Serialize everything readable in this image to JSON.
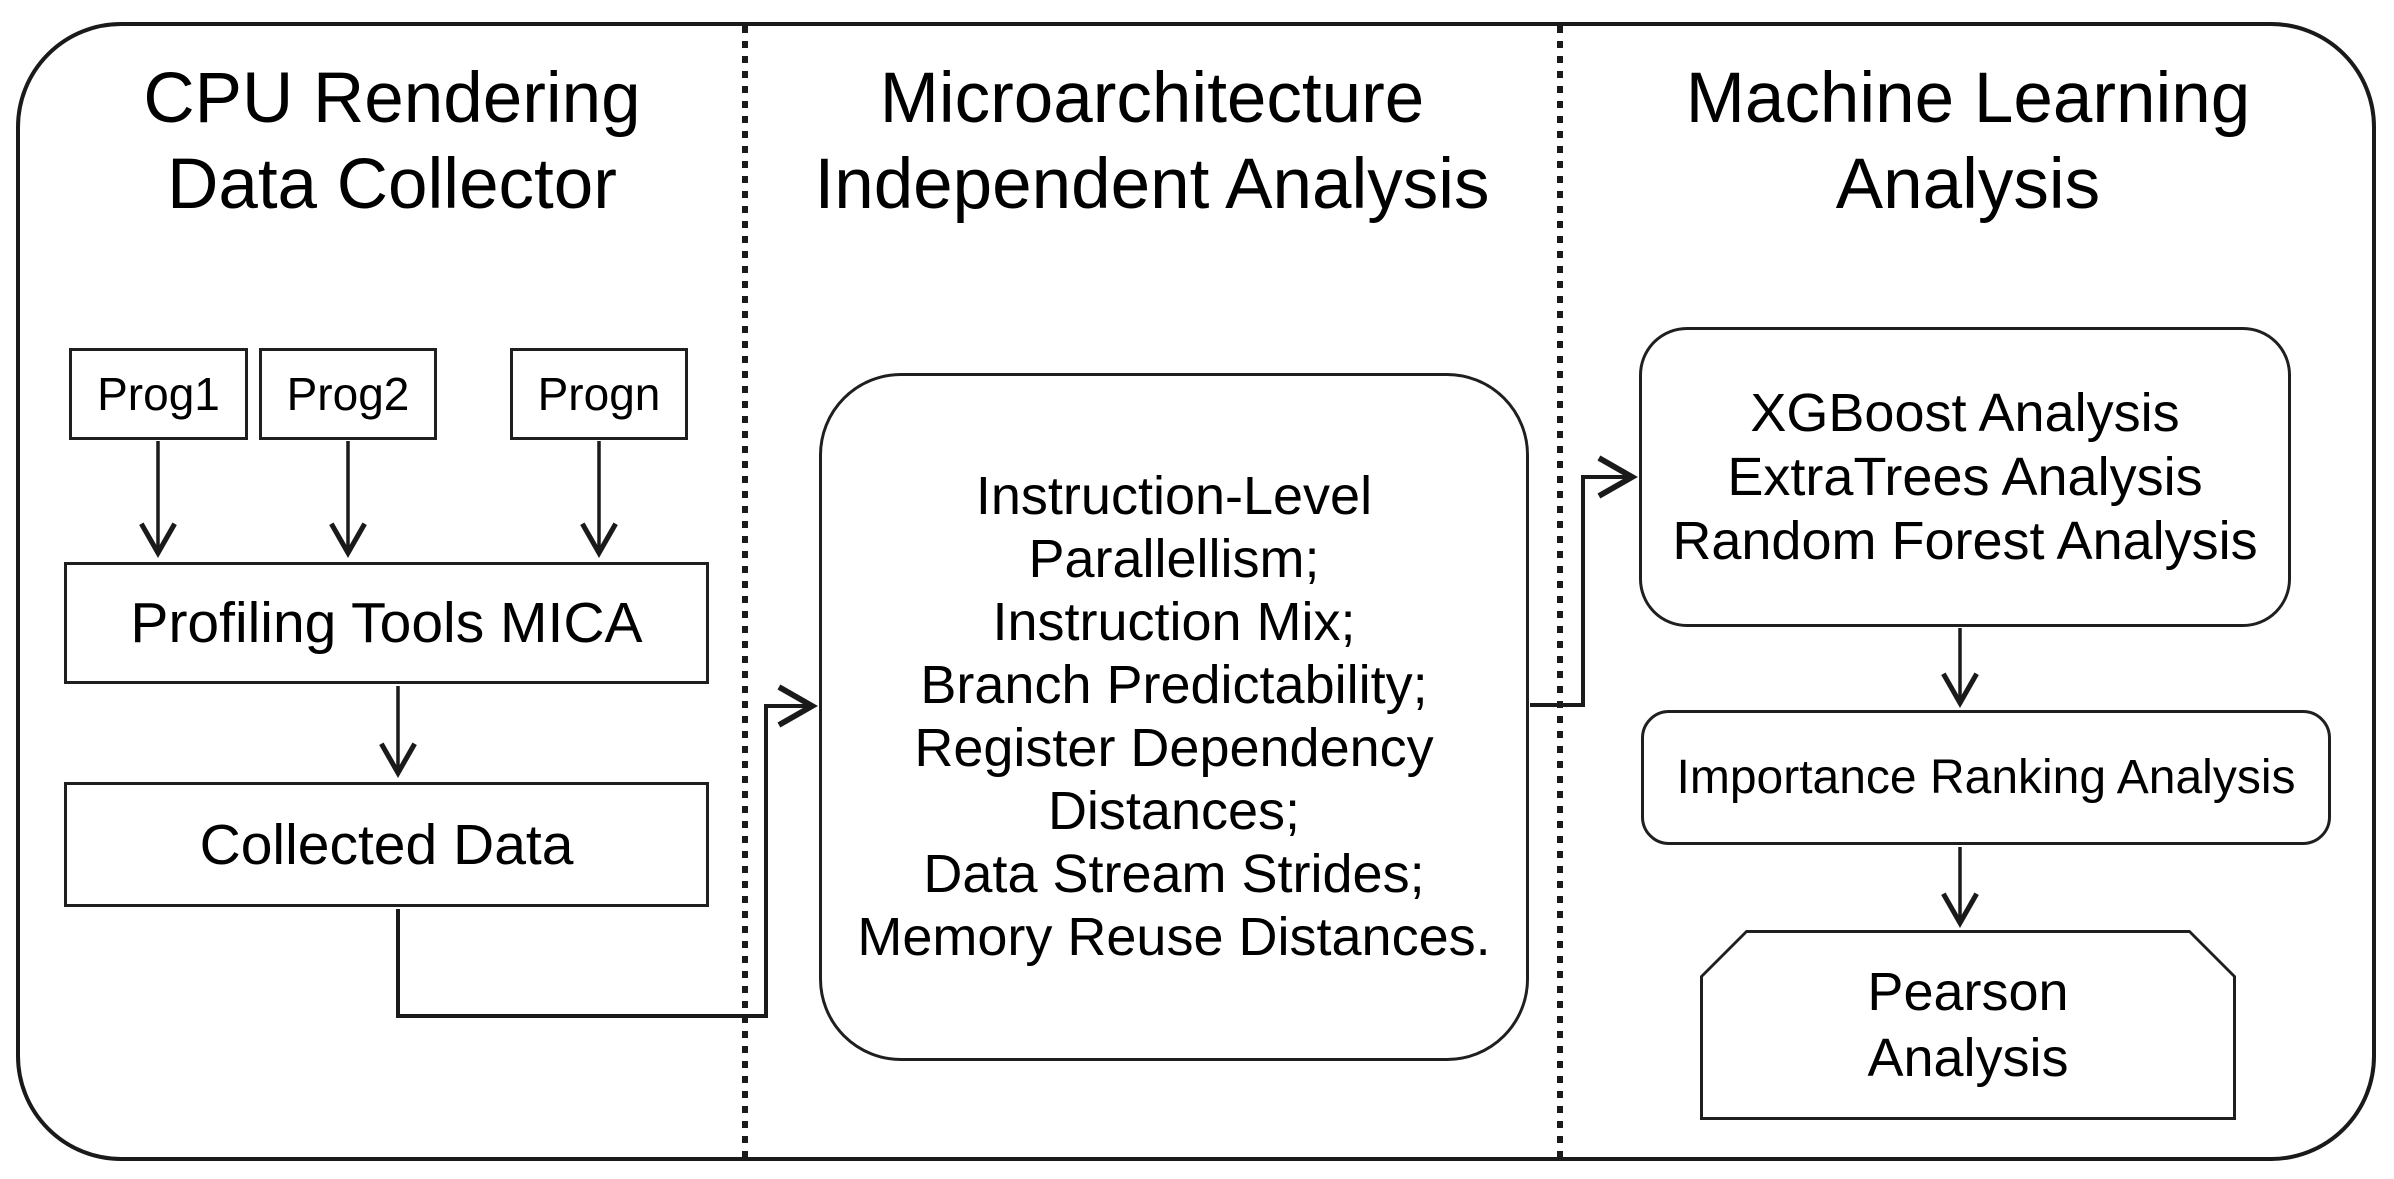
{
  "figure": {
    "background": "#ffffff",
    "stroke_color": "#1a1a1a",
    "text_color": "#000000",
    "sections": {
      "left": {
        "title_line1": "CPU Rendering",
        "title_line2": "Data Collector",
        "prog1": "Prog1",
        "prog2": "Prog2",
        "progn": "Progn",
        "profiling_box": "Profiling Tools MICA",
        "collected_box": "Collected Data"
      },
      "middle": {
        "title_line1": "Microarchitecture",
        "title_line2": "Independent Analysis",
        "metrics": [
          "Instruction-Level",
          "Parallellism;",
          "Instruction Mix;",
          "Branch Predictability;",
          "Register Dependency",
          "Distances;",
          "Data Stream Strides;",
          "Memory Reuse Distances."
        ]
      },
      "right": {
        "title_line1": "Machine Learning",
        "title_line2": "Analysis",
        "ml_models": [
          "XGBoost Analysis",
          "ExtraTrees Analysis",
          "Random Forest Analysis"
        ],
        "importance": "Importance Ranking Analysis",
        "pearson_line1": "Pearson",
        "pearson_line2": "Analysis"
      }
    }
  }
}
